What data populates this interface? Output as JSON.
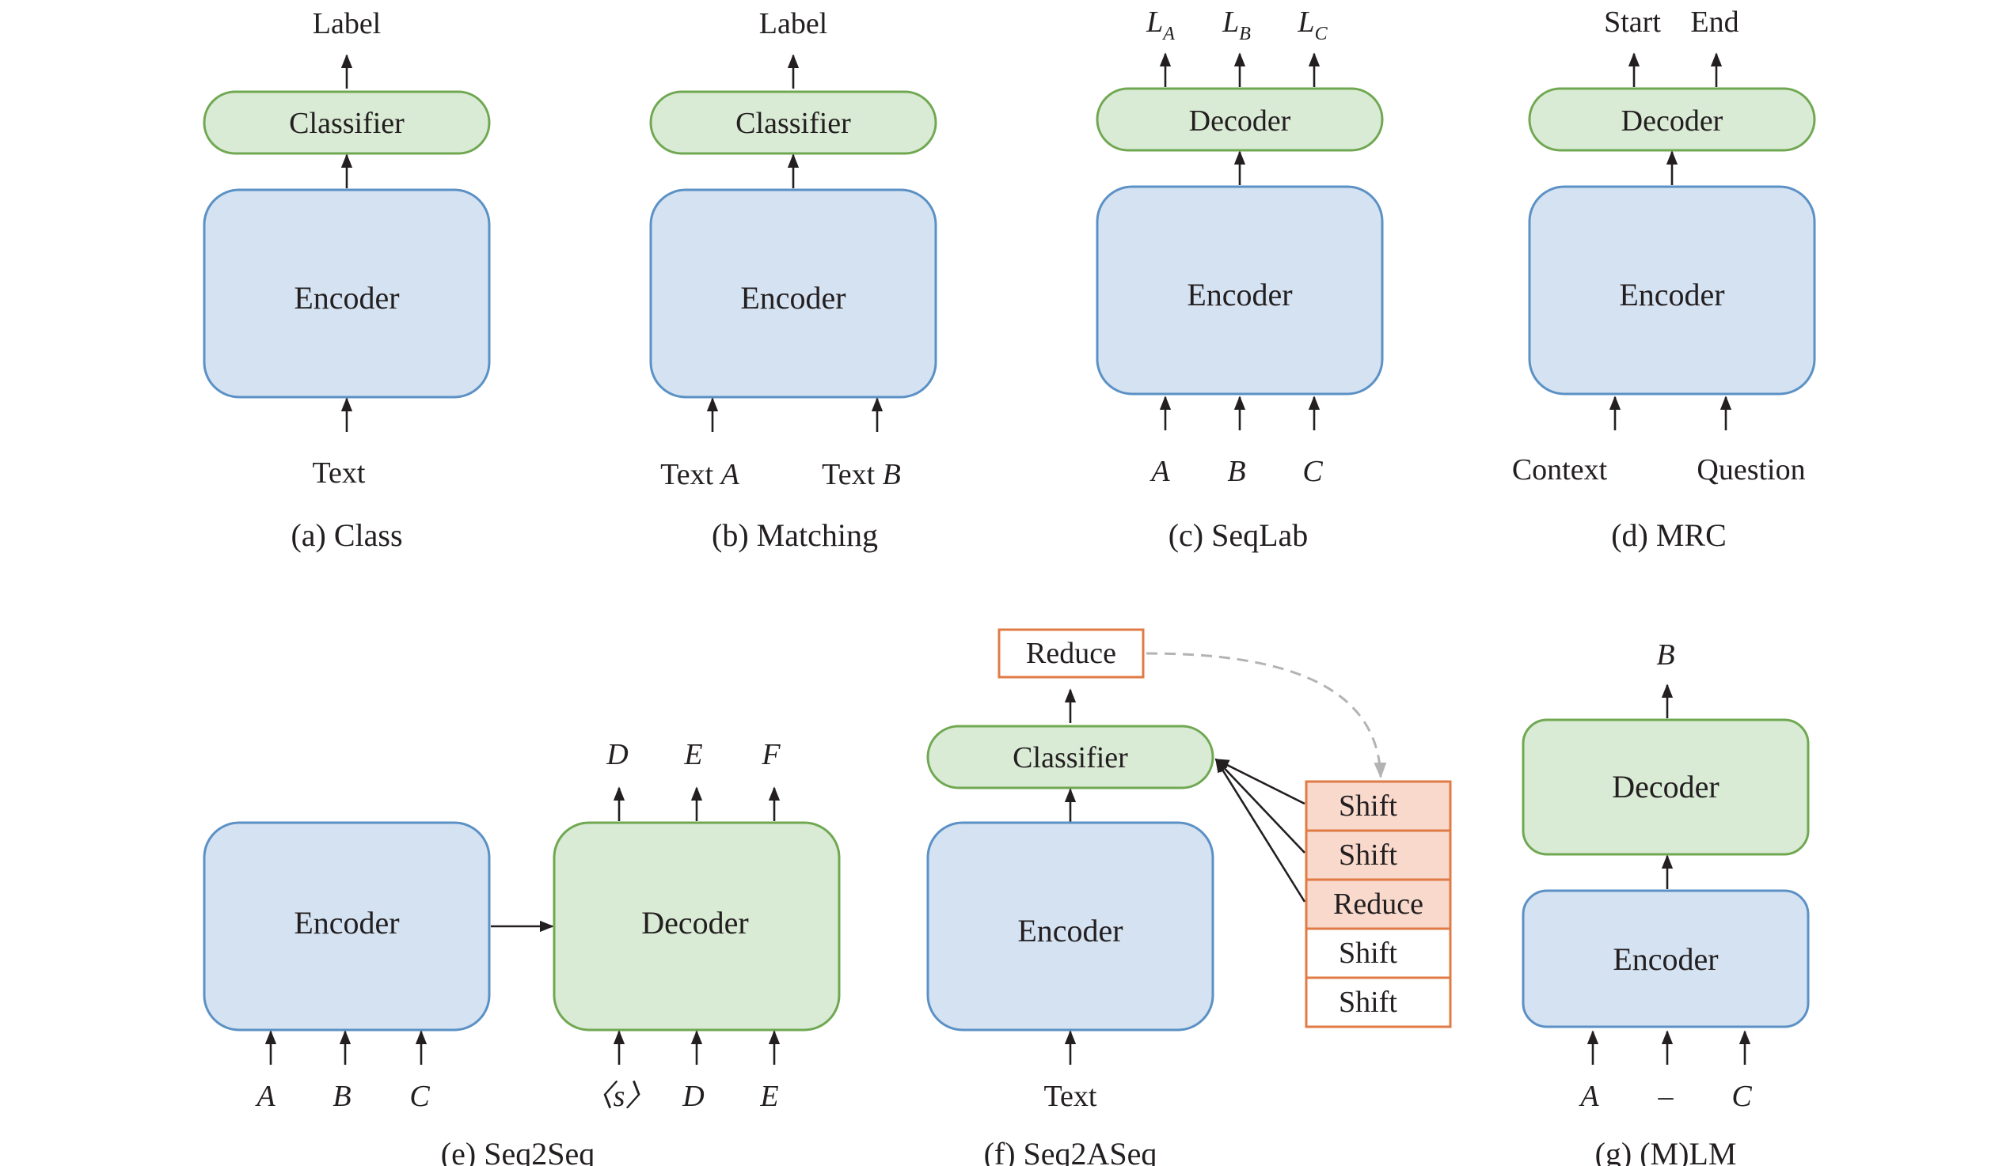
{
  "panels": {
    "a": {
      "caption": "(a) Class",
      "encoder": "Encoder",
      "head": "Classifier",
      "output": "Label",
      "input": "Text"
    },
    "b": {
      "caption": "(b) Matching",
      "encoder": "Encoder",
      "head": "Classifier",
      "output": "Label",
      "inputs": [
        {
          "text": "Text ",
          "var": "A"
        },
        {
          "text": "Text ",
          "var": "B"
        }
      ]
    },
    "c": {
      "caption": "(c) SeqLab",
      "encoder": "Encoder",
      "head": "Decoder",
      "outputs": [
        {
          "base": "L",
          "sub": "A"
        },
        {
          "base": "L",
          "sub": "B"
        },
        {
          "base": "L",
          "sub": "C"
        }
      ],
      "inputs": [
        "A",
        "B",
        "C"
      ]
    },
    "d": {
      "caption": "(d) MRC",
      "encoder": "Encoder",
      "head": "Decoder",
      "outputs": [
        "Start",
        "End"
      ],
      "inputs": [
        "Context",
        "Question"
      ]
    },
    "e": {
      "caption": "(e) Seq2Seq",
      "encoder": "Encoder",
      "decoder": "Decoder",
      "encoder_inputs": [
        "A",
        "B",
        "C"
      ],
      "decoder_inputs": [
        "〈s〉",
        "D",
        "E"
      ],
      "decoder_outputs": [
        "D",
        "E",
        "F"
      ]
    },
    "f": {
      "caption": "(f) Seq2ASeq",
      "encoder": "Encoder",
      "head": "Classifier",
      "output": "Reduce",
      "input": "Text",
      "stack": [
        "Shift",
        "Shift",
        "Reduce",
        "Shift",
        "Shift"
      ]
    },
    "g": {
      "caption": "(g) (M)LM",
      "encoder": "Encoder",
      "decoder": "Decoder",
      "output": "B",
      "inputs": [
        "A",
        "–",
        "C"
      ]
    }
  },
  "colors": {
    "encoder_fill": "#d4e2f1",
    "encoder_stroke": "#5b91c5",
    "head_fill": "#d9ead5",
    "head_stroke": "#70a852",
    "stack_highlight_fill": "#f8d9cc",
    "stack_stroke": "#e07b45",
    "dashed_arrow": "#b3b3b3",
    "text": "#231f20"
  }
}
